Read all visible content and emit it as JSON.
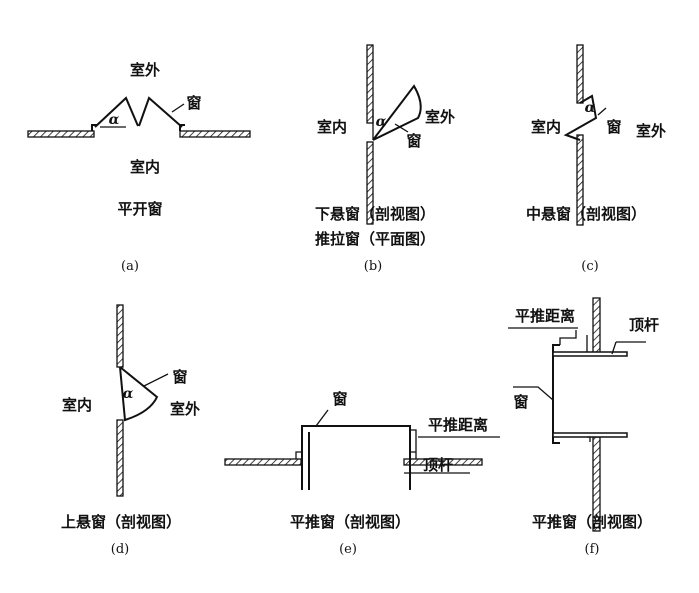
{
  "panels": {
    "a": {
      "caption": "(a)",
      "outside": "室外",
      "inside": "室内",
      "window": "窗",
      "angle": "α",
      "title": "平开窗"
    },
    "b": {
      "caption": "(b)",
      "outside": "室外",
      "inside": "室内",
      "window": "窗",
      "angle": "α",
      "title1": "下悬窗（剖视图）",
      "title2": "推拉窗（平面图）"
    },
    "c": {
      "caption": "(c)",
      "outside": "室外",
      "inside": "室内",
      "window": "窗",
      "angle": "α",
      "title": "中悬窗（剖视图）"
    },
    "d": {
      "caption": "(d)",
      "outside": "室外",
      "inside": "室内",
      "window": "窗",
      "angle": "α",
      "title": "上悬窗（剖视图）"
    },
    "e": {
      "caption": "(e)",
      "window": "窗",
      "distance": "平推距离",
      "rod": "顶杆",
      "title": "平推窗（剖视图）"
    },
    "f": {
      "caption": "(f)",
      "window": "窗",
      "distance": "平推距离",
      "rod": "顶杆",
      "title": "平推窗（剖视图）"
    }
  }
}
